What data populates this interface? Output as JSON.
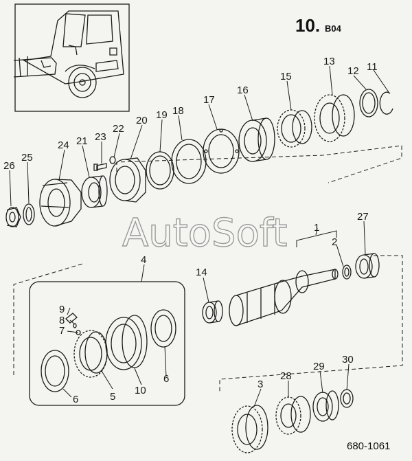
{
  "header": {
    "page_number": "10.",
    "page_suffix": "B04"
  },
  "watermark": "AutoSoft",
  "drawing_code": "680-1061",
  "parts": [
    {
      "label": "1"
    },
    {
      "label": "2"
    },
    {
      "label": "3"
    },
    {
      "label": "4"
    },
    {
      "label": "5"
    },
    {
      "label": "6"
    },
    {
      "label": "6"
    },
    {
      "label": "7"
    },
    {
      "label": "8"
    },
    {
      "label": "9"
    },
    {
      "label": "10"
    },
    {
      "label": "11"
    },
    {
      "label": "12"
    },
    {
      "label": "13"
    },
    {
      "label": "14"
    },
    {
      "label": "15"
    },
    {
      "label": "16"
    },
    {
      "label": "17"
    },
    {
      "label": "18"
    },
    {
      "label": "19"
    },
    {
      "label": "20"
    },
    {
      "label": "21"
    },
    {
      "label": "22"
    },
    {
      "label": "23"
    },
    {
      "label": "24"
    },
    {
      "label": "25"
    },
    {
      "label": "26"
    },
    {
      "label": "27"
    },
    {
      "label": "28"
    },
    {
      "label": "29"
    },
    {
      "label": "30"
    }
  ]
}
